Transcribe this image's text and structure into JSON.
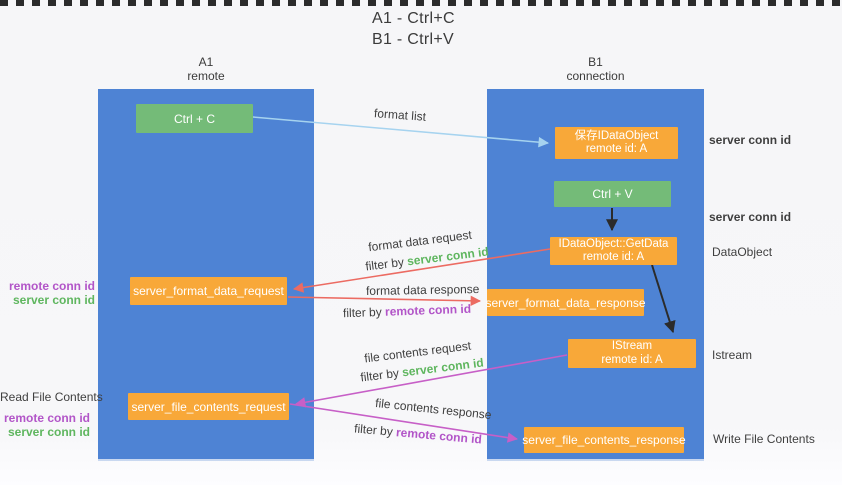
{
  "title": {
    "line1": "A1 - Ctrl+C",
    "line2": "B1 - Ctrl+V"
  },
  "lifelines": {
    "left": {
      "name": "A1",
      "role": "remote"
    },
    "right": {
      "name": "B1",
      "role": "connection"
    }
  },
  "nodes": {
    "ctrl_c": "Ctrl + C",
    "ctrl_v": "Ctrl + V",
    "save_idataobject": {
      "line1": "保存IDataObject",
      "line2": "remote id: A"
    },
    "getdata": {
      "line1": "IDataObject::GetData",
      "line2": "remote id: A"
    },
    "istream_box": {
      "line1": "IStream",
      "line2": "remote id: A"
    },
    "server_format_data_request": "server_format_data_request",
    "server_format_data_response": "server_format_data_response",
    "server_file_contents_request": "server_file_contents_request",
    "server_file_contents_response": "server_file_contents_response"
  },
  "edge_labels": {
    "format_list": "format list",
    "format_data_request": "format data request",
    "format_data_response": "format data response",
    "file_contents_request": "file contents request",
    "file_contents_response": "file contents response",
    "filter_by": "filter by",
    "server_conn_id": "server conn id",
    "remote_conn_id": "remote conn id"
  },
  "annotations": {
    "server_conn_id_right_top": "server conn id",
    "server_conn_id_right_mid": "server conn id",
    "dataobject": "DataObject",
    "istream": "Istream",
    "write_file_contents": "Write File Contents",
    "read_file_contents": "Read File Contents",
    "remote_conn_id": "remote conn id",
    "server_conn_id": "server conn id"
  },
  "colors": {
    "lifeline_blue": "#4e83d4",
    "node_green": "#74bb78",
    "node_orange": "#f8a839",
    "arrow_red": "#ec6b62",
    "arrow_magenta": "#c75fc7",
    "arrow_lightblue": "#a6d3ef",
    "arrow_black": "#2b2b2b",
    "text_green": "#5fb65f",
    "text_purple": "#b255c8",
    "text_dark": "#3f3f3f"
  }
}
